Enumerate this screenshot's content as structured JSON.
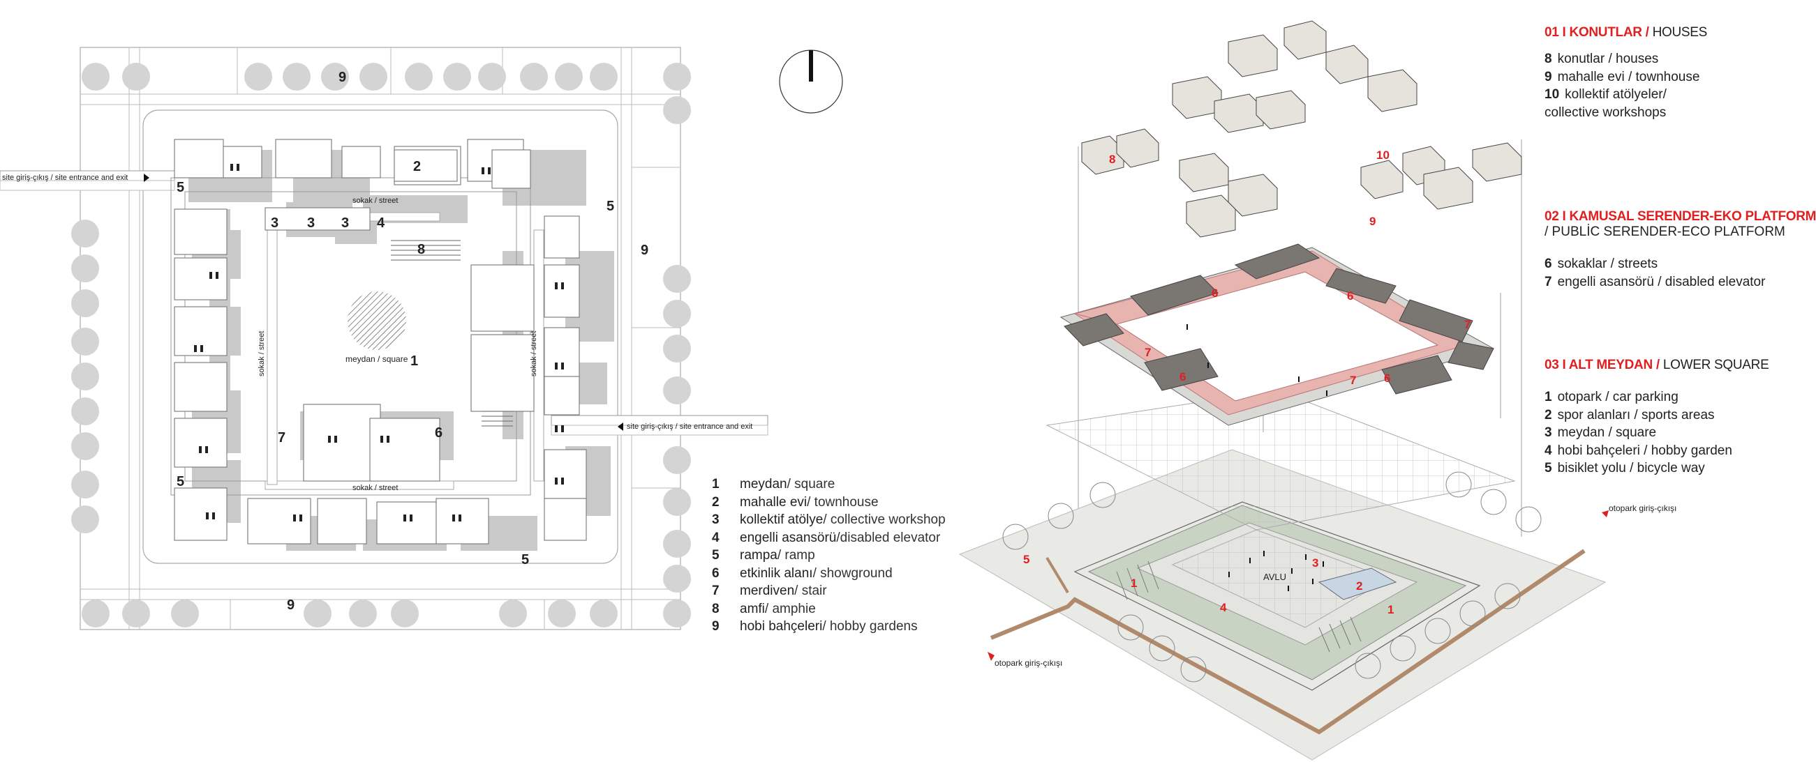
{
  "plan": {
    "labels": {
      "street": "sokak / street",
      "square": "meydan / square",
      "entrance": "site giriş-çıkış / site entrance and exit"
    },
    "numbers": [
      "1",
      "2",
      "3",
      "4",
      "5",
      "6",
      "7",
      "8",
      "9"
    ]
  },
  "legend": {
    "items": [
      {
        "num": "1",
        "tr": "meydan",
        "en": " / square"
      },
      {
        "num": "2",
        "tr": "mahalle evi",
        "en": " / townhouse"
      },
      {
        "num": "3",
        "tr": "kollektif atölye",
        "en": " / collective workshop"
      },
      {
        "num": "4",
        "tr": "engelli asansörü",
        "en": " /disabled elevator"
      },
      {
        "num": "5",
        "tr": "rampa",
        "en": " / ramp"
      },
      {
        "num": "6",
        "tr": "etkinlik alanı",
        "en": " / showground"
      },
      {
        "num": "7",
        "tr": "merdiven",
        "en": " / stair"
      },
      {
        "num": "8",
        "tr": "amfi",
        "en": " / amphie"
      },
      {
        "num": "9",
        "tr": "hobi bahçeleri",
        "en": " / hobby gardens"
      }
    ]
  },
  "axon": {
    "courtyard": "AVLU",
    "parking_entry": "otopark giriş-çıkışı",
    "red_numbers": [
      "8",
      "10",
      "9",
      "6",
      "6",
      "7",
      "6",
      "7",
      "6",
      "7",
      "5",
      "1",
      "4",
      "3",
      "2",
      "1"
    ]
  },
  "sections": [
    {
      "title_tr": "01 I KONUTLAR /",
      "title_en": " HOUSES",
      "subtitle": "",
      "items": [
        {
          "num": "8",
          "text": "konutlar  / houses"
        },
        {
          "num": "9",
          "text": "mahalle evi / townhouse"
        },
        {
          "num": "10",
          "text": "kollektif atölyeler/"
        },
        {
          "num": "",
          "text": "collective workshops"
        }
      ]
    },
    {
      "title_tr": "02 I KAMUSAL SERENDER-EKO PLATFORM",
      "title_en": "",
      "subtitle": "/ PUBLİC SERENDER-ECO PLATFORM",
      "items": [
        {
          "num": "6",
          "text": "sokaklar  / streets"
        },
        {
          "num": "7",
          "text": "engelli asansörü / disabled elevator"
        }
      ]
    },
    {
      "title_tr": "03 I ALT MEYDAN /",
      "title_en": "  LOWER SQUARE",
      "subtitle": "",
      "items": [
        {
          "num": "1",
          "text": "otopark / car parking"
        },
        {
          "num": "2",
          "text": "spor alanları / sports areas"
        },
        {
          "num": "3",
          "text": "meydan / square"
        },
        {
          "num": "4",
          "text": "hobi bahçeleri / hobby garden"
        },
        {
          "num": "5",
          "text": "bisiklet yolu / bicycle way"
        }
      ]
    }
  ],
  "colors": {
    "accent_red": "#e02020",
    "shadow_gray": "#c9c9c9",
    "platform_pink": "#e8b4b0",
    "garden_green": "#c9d3c4"
  }
}
